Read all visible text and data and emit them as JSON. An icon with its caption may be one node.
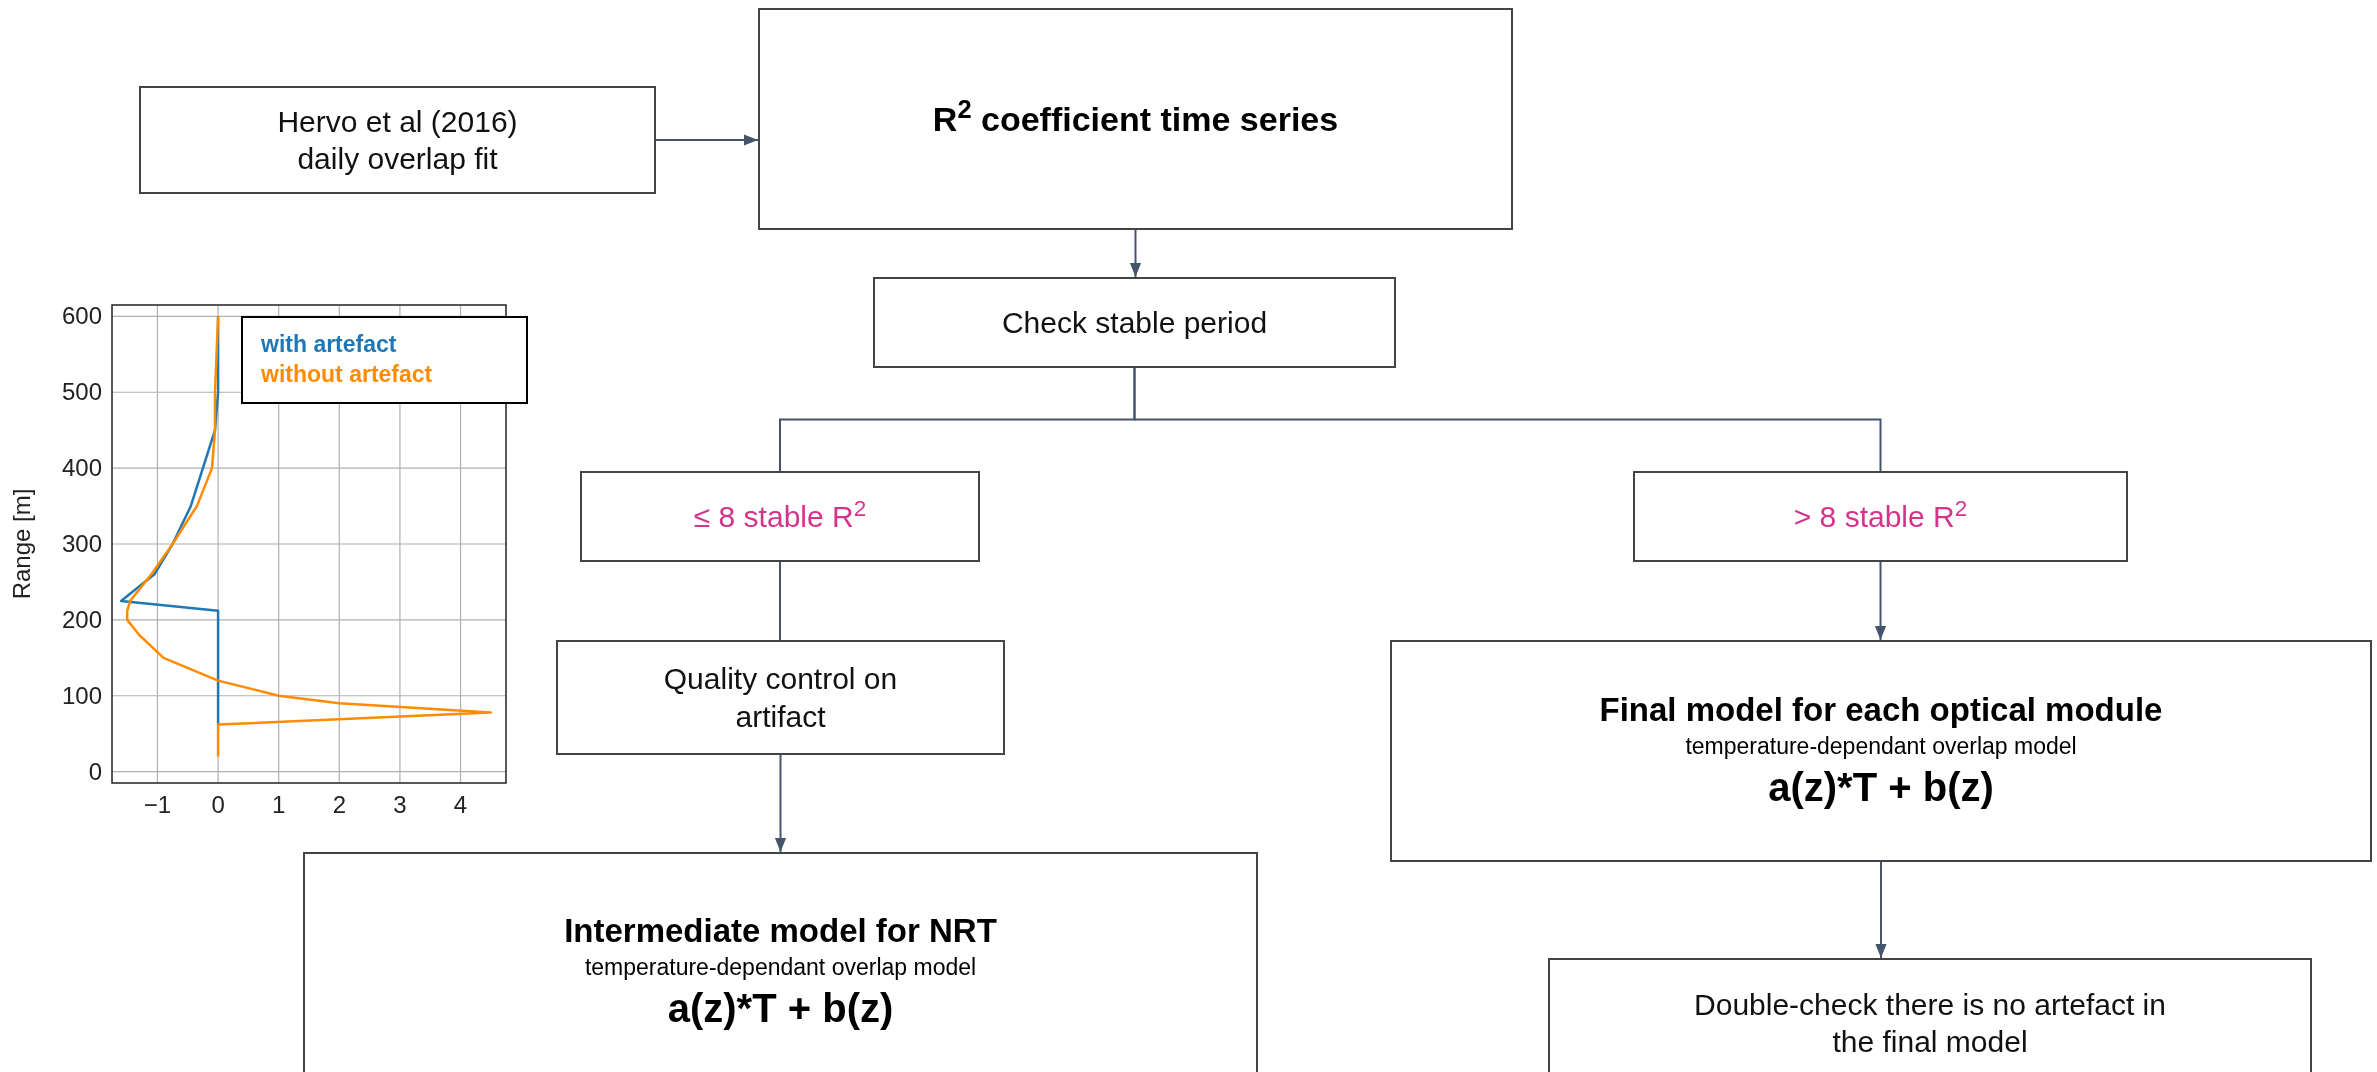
{
  "diagram": {
    "nodes": [
      {
        "text": [
          "Hervo et al (2016) daily overlap fit"
        ]
      },
      {
        "text": [
          "R$^{2}$ coefficient time series"
        ]
      },
      {
        "text": [
          "Check stable period"
        ]
      },
      {
        "text": [
          "≤ 8 stable R$^{2}$"
        ]
      },
      {
        "text": [
          "> 8 stable R$^{2}$"
        ]
      },
      {
        "text": [
          "Quality control on artifact"
        ]
      },
      {
        "text": [
          "Final model for each optical module",
          "temperature-dependant overlap model",
          "a(z)*T + b(z)"
        ]
      },
      {
        "text": [
          "Intermediate model for NRT",
          "temperature-dependant overlap model",
          "a(z)*T + b(z)"
        ]
      },
      {
        "text": [
          "Double-check there is no artefact in the final model"
        ]
      }
    ],
    "edges": [
      {
        "from": 0,
        "to": 1,
        "arrow": "to"
      },
      {
        "from": 1,
        "to": 2,
        "arrow": "to"
      },
      {
        "from": 2,
        "to": 3,
        "arrow": "none"
      },
      {
        "from": 2,
        "to": 4,
        "arrow": "none"
      },
      {
        "from": 3,
        "to": 5,
        "arrow": "none"
      },
      {
        "from": 4,
        "to": 6,
        "arrow": "to"
      },
      {
        "from": 5,
        "to": 7,
        "arrow": "to"
      },
      {
        "from": 6,
        "to": 8,
        "arrow": "to"
      }
    ],
    "chart_data": {
      "type": "line",
      "grid": true,
      "orientation": "horizontal",
      "ylabel": "Range [m]",
      "ylim": [
        -15,
        615
      ],
      "xlim": [
        -1.75,
        4.75
      ],
      "yticks": [
        0,
        100,
        200,
        300,
        400,
        500,
        600
      ],
      "xticks": [
        {
          "value": -1,
          "label": "−1"
        },
        0,
        1,
        2,
        3,
        4
      ],
      "x": [
        600,
        500,
        450,
        400,
        350,
        300,
        260,
        225,
        212,
        200,
        180,
        150,
        120,
        100,
        90,
        78,
        62,
        20
      ],
      "series": [
        {
          "name": "with artefact",
          "color": "#1f77b4",
          "values": [
            0,
            0,
            -0.05,
            -0.25,
            -0.45,
            -0.75,
            -1.05,
            -1.6,
            0,
            0,
            0,
            0,
            0,
            0,
            0,
            0,
            0,
            null
          ]
        },
        {
          "name": "without artefact",
          "color": "#ff8c00",
          "values": [
            0,
            -0.05,
            -0.05,
            -0.1,
            -0.35,
            -0.75,
            -1.1,
            -1.45,
            -1.5,
            -1.5,
            -1.3,
            -0.9,
            0,
            1,
            2,
            4.5,
            0,
            0
          ]
        }
      ]
    }
  }
}
